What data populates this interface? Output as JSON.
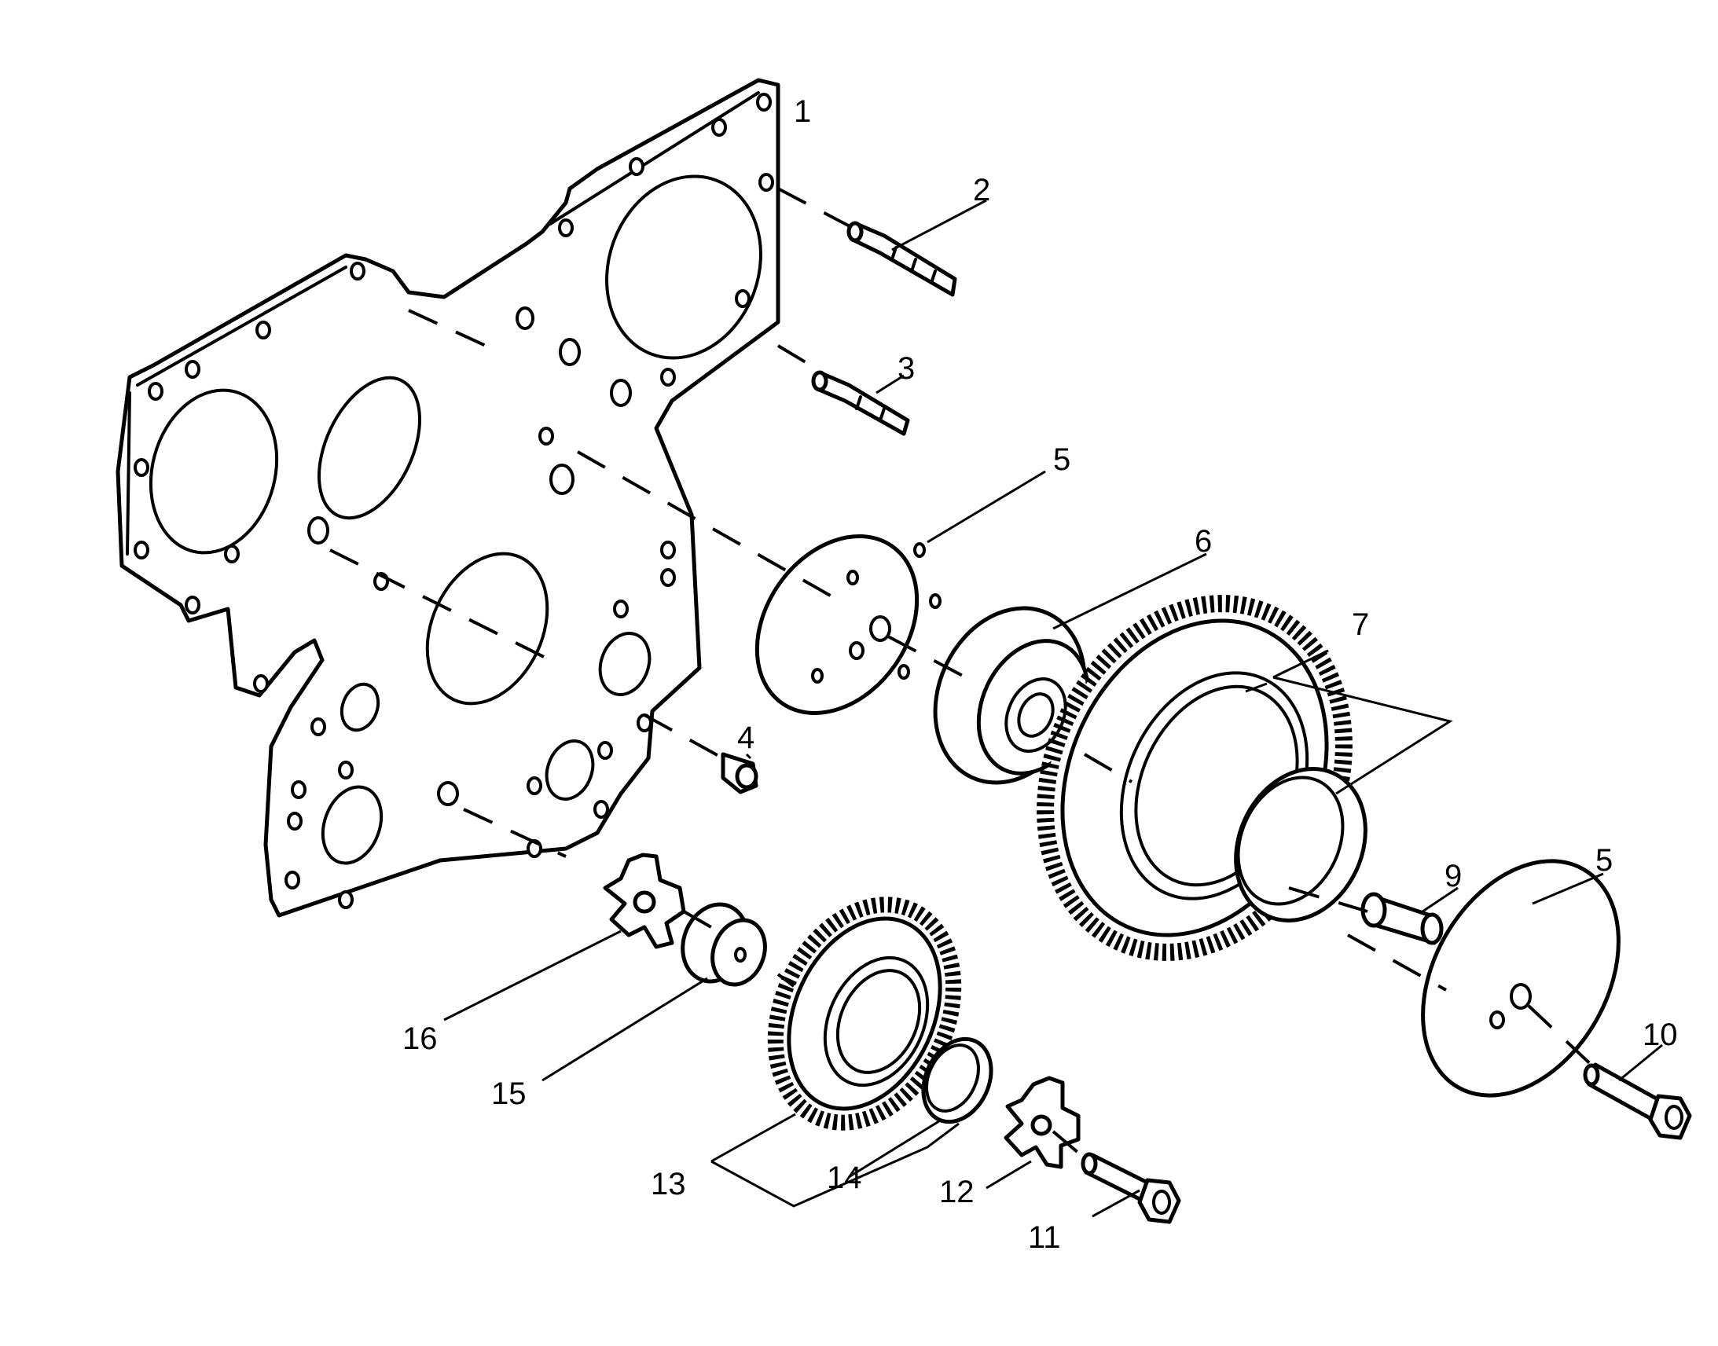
{
  "labels": {
    "l1": "1",
    "l2": "2",
    "l3": "3",
    "l4": "4",
    "l5a": "5",
    "l5b": "5",
    "l6": "6",
    "l7": "7",
    "l9": "9",
    "l10": "10",
    "l11": "11",
    "l12": "12",
    "l13": "13",
    "l14": "14",
    "l15": "15",
    "l16": "16"
  },
  "colors": {
    "line": "#000000",
    "background": "#ffffff"
  }
}
